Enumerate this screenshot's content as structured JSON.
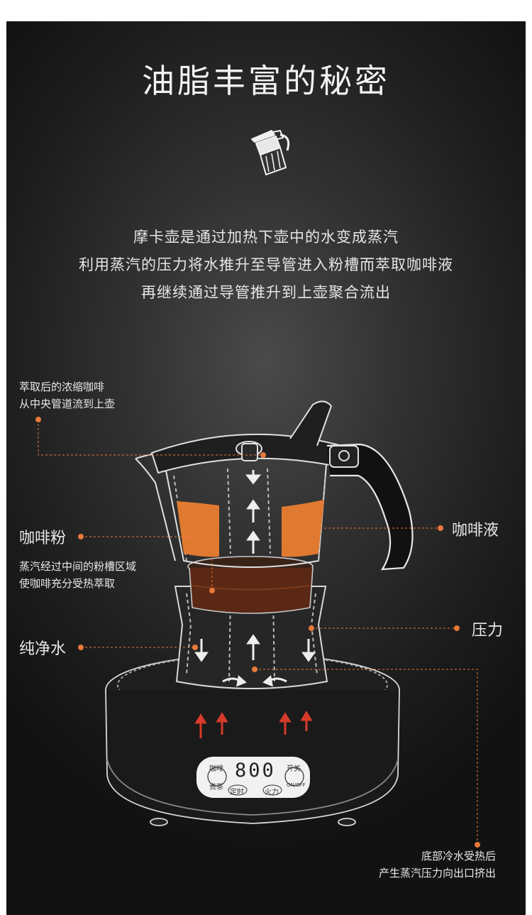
{
  "title": "油脂丰富的秘密",
  "icon": "moka-pot-icon",
  "description": [
    "摩卡壶是通过加热下壶中的水变成蒸汽",
    "利用蒸汽的压力将水推升至导管进入粉槽而萃取咖啡液",
    "再继续通过导管推升到上壶聚合流出"
  ],
  "labels": {
    "top_left": [
      "萃取后的浓缩咖啡",
      "从中央管道流到上壶"
    ],
    "coffee_powder": "咖啡粉",
    "steam_note": [
      "蒸汽经过中间的粉槽区域",
      "使咖啡充分受热萃取"
    ],
    "pure_water": "纯净水",
    "coffee_liquid": "咖啡液",
    "pressure": "压力",
    "bottom_right": [
      "底部冷水受热后",
      "产生蒸汽压力向出口挤出"
    ]
  },
  "stove_panel": {
    "left_top": "咖啡",
    "left_bottom": "煮茶",
    "display": "800",
    "right_top": "开关",
    "right_bottom": "ON/OFF",
    "timer": "定时",
    "fire": "火力"
  },
  "colors": {
    "accent": "#e8793a",
    "coffee": "#e07a30",
    "grounds": "#6a2c16"
  }
}
